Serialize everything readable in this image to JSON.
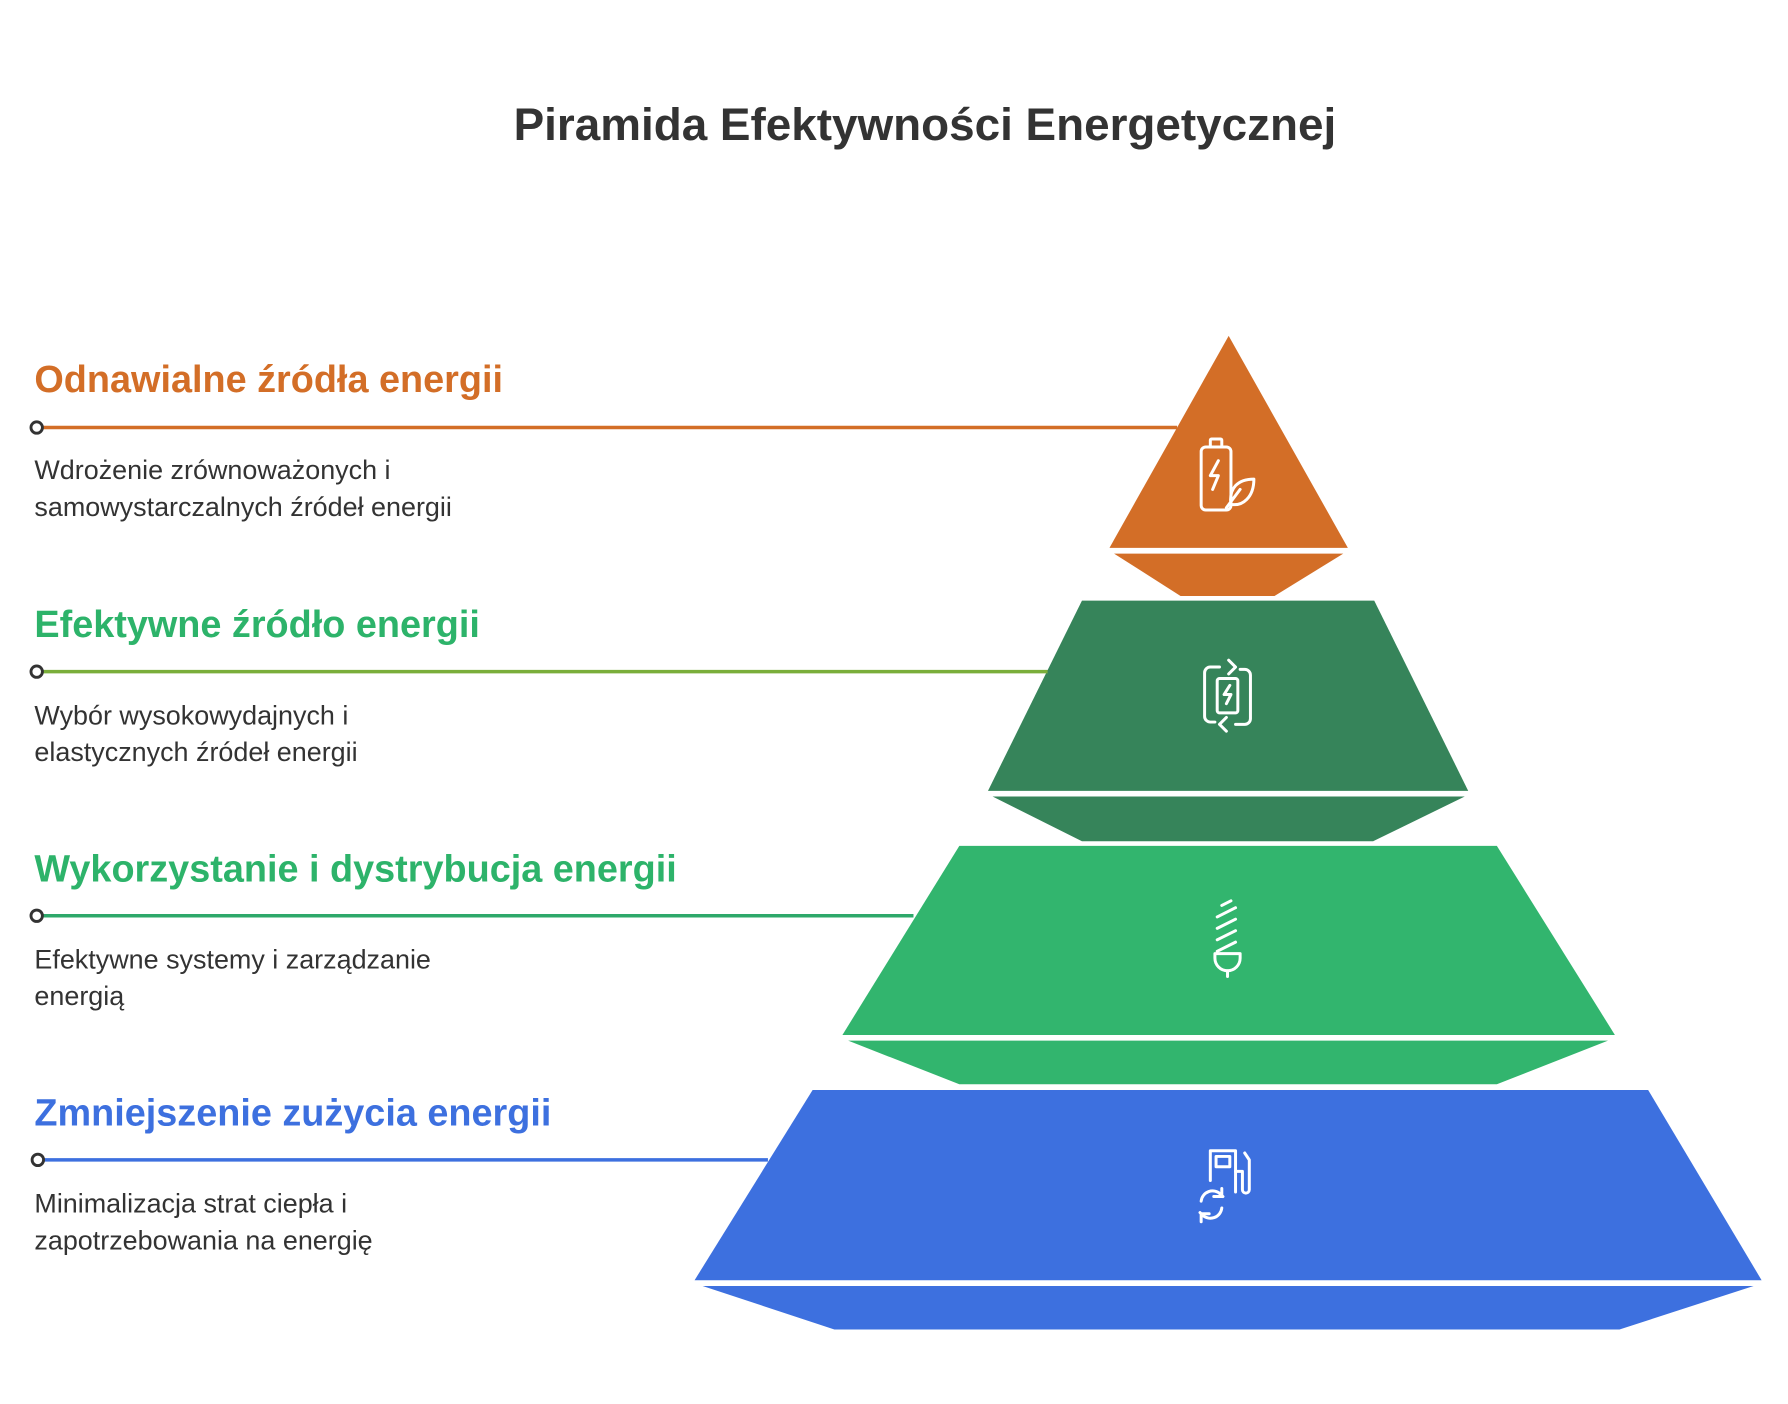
{
  "title": "Piramida Efektywności Energetycznej",
  "tiers": [
    {
      "heading": "Odnawialne źródła energii",
      "desc_line1": "Wdrożenie zrównoważonych i",
      "desc_line2": "samowystarczalnych źródeł energii",
      "color": "#D36E27",
      "heading_color": "#D36E27",
      "line_color": "#D36E27",
      "icon": "battery-leaf-icon"
    },
    {
      "heading": "Efektywne źródło energii",
      "desc_line1": "Wybór wysokowydajnych i",
      "desc_line2": "elastycznych źródeł energii",
      "color": "#36845A",
      "heading_color": "#2DB36A",
      "line_color": "#7AAE3A",
      "icon": "battery-cycle-icon"
    },
    {
      "heading": "Wykorzystanie i dystrybucja energii",
      "desc_line1": "Efektywne systemy i zarządzanie",
      "desc_line2": "energią",
      "color": "#32B56E",
      "heading_color": "#2DB36A",
      "line_color": "#2DA86A",
      "icon": "coil-plug-icon"
    },
    {
      "heading": "Zmniejszenie zużycia energii",
      "desc_line1": "Minimalizacja strat ciepła i",
      "desc_line2": "zapotrzebowania na energię",
      "color": "#3D70DF",
      "heading_color": "#3D70DF",
      "line_color": "#3D70DF",
      "icon": "fuel-pump-recycle-icon"
    }
  ]
}
